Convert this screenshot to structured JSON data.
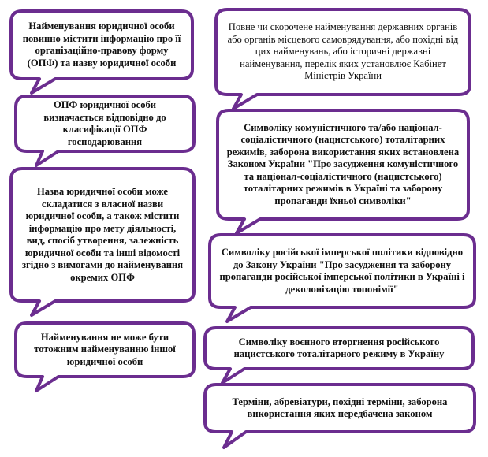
{
  "colors": {
    "border": "#6b2d8f",
    "fill": "#ffffff",
    "text": "#111111"
  },
  "left_column": [
    {
      "text": "Найменування юридичної особи повинно містити інформацію про її організаційно-правову форму (ОПФ) та назву юридичної особи",
      "bold": true
    },
    {
      "text": "ОПФ юридичної особи визначається відповідно до класифікації ОПФ господарювання",
      "bold": true
    },
    {
      "text": "Назва юридичної особи може складатися з власної назви юридичної особи, а також містити інформацію про мету діяльності, вид, спосіб утворення, залежність юридичної особи та інші відомості згідно з вимогами до найменування окремих ОПФ",
      "bold": true
    },
    {
      "text": "Найменування не може бути тотожним найменуванню іншої юридичної особи",
      "bold": true
    }
  ],
  "right_column": [
    {
      "text": "Повне чи скорочене найменування державних органів або органів місцевого самоврядування, або похідні від цих найменувань, або історичні державні найменування, перелік яких установлює Кабінет Міністрів України",
      "bold": false
    },
    {
      "text": "Символіку комуністичного та/або націонал-соціалістичного (нацистського) тоталітарних режимів, заборона використання яких встановлена Законом України \"Про засудження комуністичного та націонал-соціалістичного (нацистського) тоталітарних режимів в Україні та заборону пропаганди їхньої символіки\"",
      "bold": true
    },
    {
      "text": "Символіку російської імперської політики відповідно до Закону України \"Про засудження та заборону пропаганди російської імперської політики в Україні і деколонізацію топонімії\"",
      "bold": true
    },
    {
      "text": "Символіку воєнного вторгнення російського нацистського тоталітарного режиму в Україну",
      "bold": true
    },
    {
      "text": "Терміни, абревіатури, похідні терміни, заборона використання яких передбачена законом",
      "bold": true
    }
  ]
}
